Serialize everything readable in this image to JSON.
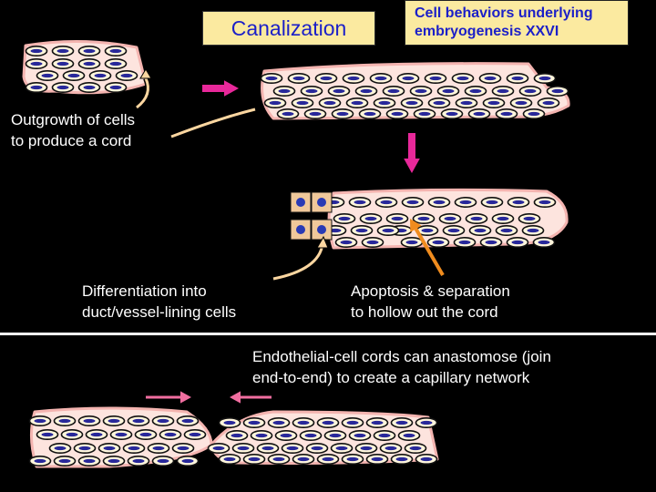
{
  "title": "Canalization",
  "subtitle_line1": "Cell behaviors underlying",
  "subtitle_line2": "embryogenesis  XXVI",
  "labels": {
    "outgrowth_line1": "Outgrowth of cells",
    "outgrowth_line2": "to produce a cord",
    "differentiation_line1": "Differentiation into",
    "differentiation_line2": "duct/vessel-lining cells",
    "apoptosis_line1": "Apoptosis & separation",
    "apoptosis_line2": "to hollow out the cord",
    "anastomose_line1": "Endothelial-cell cords can anastomose (join",
    "anastomose_line2": "end-to-end) to create a capillary network"
  },
  "colors": {
    "background": "#000000",
    "tissue_fill": "#fde4de",
    "tissue_edge": "#f4b4b0",
    "cell_fill": "#fff6dc",
    "nucleus": "#28289a",
    "box_fill": "#fbeaa0",
    "box_text": "#1b1fc8",
    "magenta_arrow": "#e8289a",
    "pink_arrow": "#f06ea0",
    "orange_arrow": "#f08c1e",
    "pointer": "#fbd6a0",
    "lining_cell": "#f0c89a",
    "lining_nucleus": "#2a3ab4",
    "divider": "#ffffff"
  }
}
